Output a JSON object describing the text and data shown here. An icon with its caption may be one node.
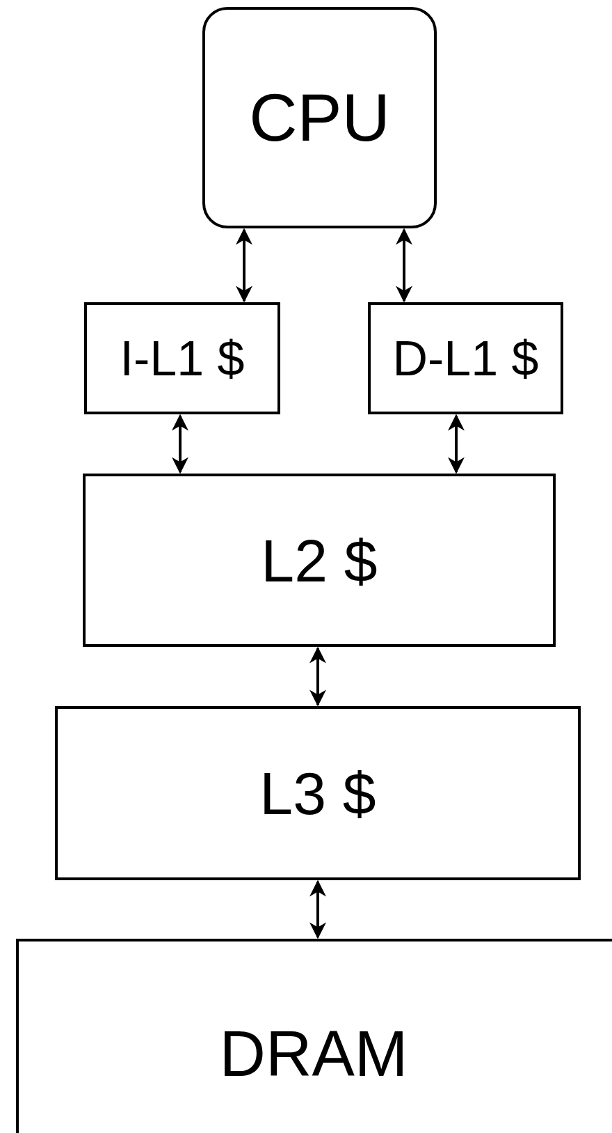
{
  "diagram": {
    "nodes": [
      {
        "text": [
          "CPU"
        ]
      },
      {
        "text": [
          "I-L1 $"
        ]
      },
      {
        "text": [
          "D-L1 $"
        ]
      },
      {
        "text": [
          "L2 $"
        ]
      },
      {
        "text": [
          "L3 $"
        ]
      },
      {
        "text": [
          "DRAM"
        ]
      }
    ],
    "edges": [
      {
        "from": 0,
        "to": 1,
        "arrow": "both"
      },
      {
        "from": 0,
        "to": 2,
        "arrow": "both"
      },
      {
        "from": 1,
        "to": 3,
        "arrow": "both"
      },
      {
        "from": 2,
        "to": 3,
        "arrow": "both"
      },
      {
        "from": 3,
        "to": 4,
        "arrow": "both"
      },
      {
        "from": 4,
        "to": 5,
        "arrow": "both"
      }
    ]
  }
}
